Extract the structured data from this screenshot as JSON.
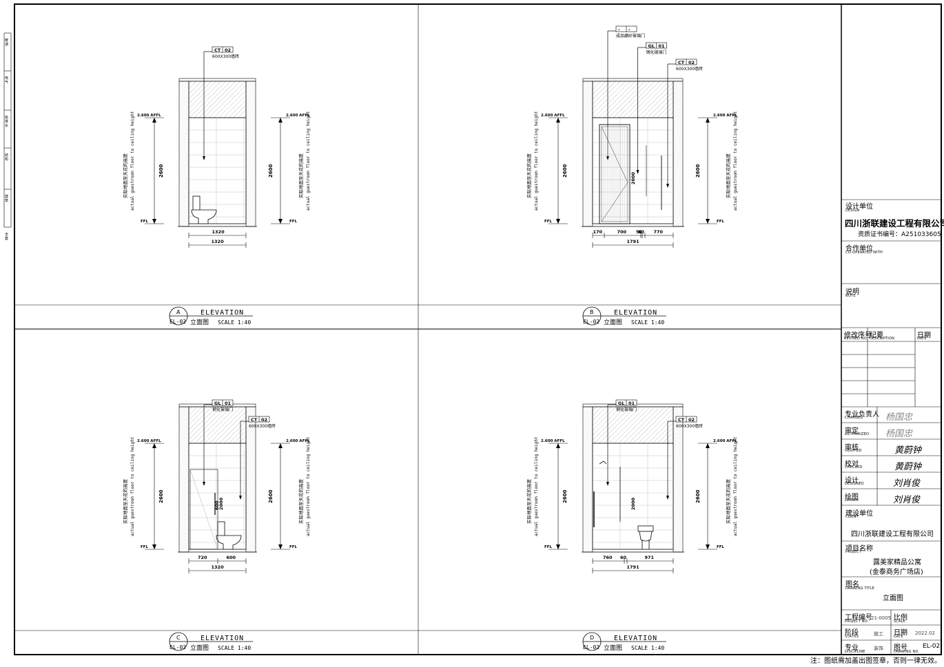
{
  "elevations": [
    {
      "id": "A",
      "ref": "EL-02",
      "title_en": "ELEVATION",
      "title_cn": "立面图",
      "scale": "SCALE 1:40",
      "level": "2.600 AFFL",
      "ffl": "FFL",
      "height": "2600",
      "vert_cn": "实际地面至天花的高度",
      "vert_en": "actual guestroom floor to ceiling height",
      "tags": [
        {
          "code": "CT",
          "num": "02",
          "desc": "600X300墙砖"
        }
      ],
      "dims_bottom": [
        "1320"
      ],
      "total": "1320",
      "inner_dims": []
    },
    {
      "id": "B",
      "ref": "EL-02",
      "title_en": "ELEVATION",
      "title_cn": "立面图",
      "scale": "SCALE 1:40",
      "level": "2.600 AFFL",
      "ffl": "FFL",
      "height": "2600",
      "vert_cn": "实际地面至天花的高度",
      "vert_en": "actual guestroom floor to ceiling height",
      "tags": [
        {
          "code": "-",
          "num": "-",
          "desc": "成品磨砂玻璃门"
        },
        {
          "code": "GL",
          "num": "01",
          "desc": "钢化玻璃门"
        },
        {
          "code": "CT",
          "num": "02",
          "desc": "600X300墙砖"
        }
      ],
      "dims_bottom": [
        "170",
        "700",
        "50",
        "80",
        "770"
      ],
      "total": "1791",
      "inner_dims": [
        "2000"
      ]
    },
    {
      "id": "C",
      "ref": "EL-02",
      "title_en": "ELEVATION",
      "title_cn": "立面图",
      "scale": "SCALE 1:40",
      "level": "2.600 AFFL",
      "ffl": "FFL",
      "height": "2600",
      "vert_cn": "实际地面至天花的高度",
      "vert_en": "actual guestroom floor to ceiling height",
      "tags": [
        {
          "code": "GL",
          "num": "01",
          "desc": "钢化玻璃门"
        },
        {
          "code": "CT",
          "num": "02",
          "desc": "600X300墙砖"
        }
      ],
      "dims_bottom": [
        "720",
        "600"
      ],
      "total": "1320",
      "inner_dims": [
        "600",
        "2000"
      ]
    },
    {
      "id": "D",
      "ref": "EL-02",
      "title_en": "ELEVATION",
      "title_cn": "立面图",
      "scale": "SCALE 1:40",
      "level": "2.600 AFFL",
      "ffl": "FFL",
      "height": "2600",
      "vert_cn": "实际地面至天花的高度",
      "vert_en": "actual guestroom floor to ceiling height",
      "tags": [
        {
          "code": "GL",
          "num": "01",
          "desc": "钢化玻璃门"
        },
        {
          "code": "CT",
          "num": "02",
          "desc": "600X300墙砖"
        }
      ],
      "dims_bottom": [
        "760",
        "60",
        "971"
      ],
      "total": "1791",
      "inner_dims": [
        "2000"
      ]
    }
  ],
  "title_block": {
    "design_cn": "设计单位",
    "design_en": "DESIGN",
    "company": "四川浙联建设工程有限公司",
    "cert": "资质证书编号：A251033605",
    "coop_cn": "合作单位",
    "coop_en": "CO-OPERATED WITH",
    "note_cn": "说明",
    "note_en": "NOTE",
    "rev_cn": "修改序号",
    "rev_en": "REVISED NO.",
    "desc_cn": "纪要",
    "desc_en": "DESCRIPTION",
    "date_cn": "日期",
    "date_en": "DATE",
    "charged_cn": "专业负责人",
    "charged_en": "CHARGED",
    "auth_cn": "审定",
    "auth_en": "AUTHORIZED",
    "verified_cn": "审核",
    "verified_en": "VERIFIED",
    "checked_cn": "校对",
    "checked_en": "CHECKED",
    "designed_cn": "设计",
    "designed_en": "DESIGNED",
    "drawn_cn": "绘图",
    "drawn_en": "DRAWN",
    "client_cn": "建设单位",
    "client_en": "CLIENT",
    "client": "四川浙联建设工程有限公司",
    "project_cn": "项目名称",
    "project_en": "PROJECT",
    "project_line1": "露美家精品公寓",
    "project_line2": "(金泰商务广场店)",
    "drawing_title_cn": "图名",
    "drawing_title_en": "DRAWING TITLE",
    "drawing_title": "立面图",
    "project_no_cn": "工程编号",
    "project_no_en": "PROJECT NO.",
    "project_no": "21-0005",
    "scale_cn": "比例",
    "scale_en": "SCALE",
    "status_cn": "阶段",
    "status_en": "STATUS",
    "status": "施工",
    "date2_cn": "日期",
    "date2_en": "DATE",
    "date2": "2022.02",
    "discipline_cn": "专业",
    "discipline_en": "DISCIPLINE",
    "discipline": "装饰",
    "drawing_no_cn": "图号",
    "drawing_no_en": "DRAWING NO.",
    "drawing_no": "EL-02",
    "sign_charged": "杨国忠",
    "sign_auth": "杨国忠",
    "sign_verified": "黄蔚钟",
    "sign_checked": "黄蔚钟",
    "sign_designed": "刘肖俊",
    "sign_drawn": "刘肖俊"
  },
  "left_strip": [
    "暖通",
    "电气",
    "给排水",
    "结构",
    "建筑",
    "全套"
  ],
  "footer_note": "注：图纸需加盖出图签章，否则一律无效。"
}
